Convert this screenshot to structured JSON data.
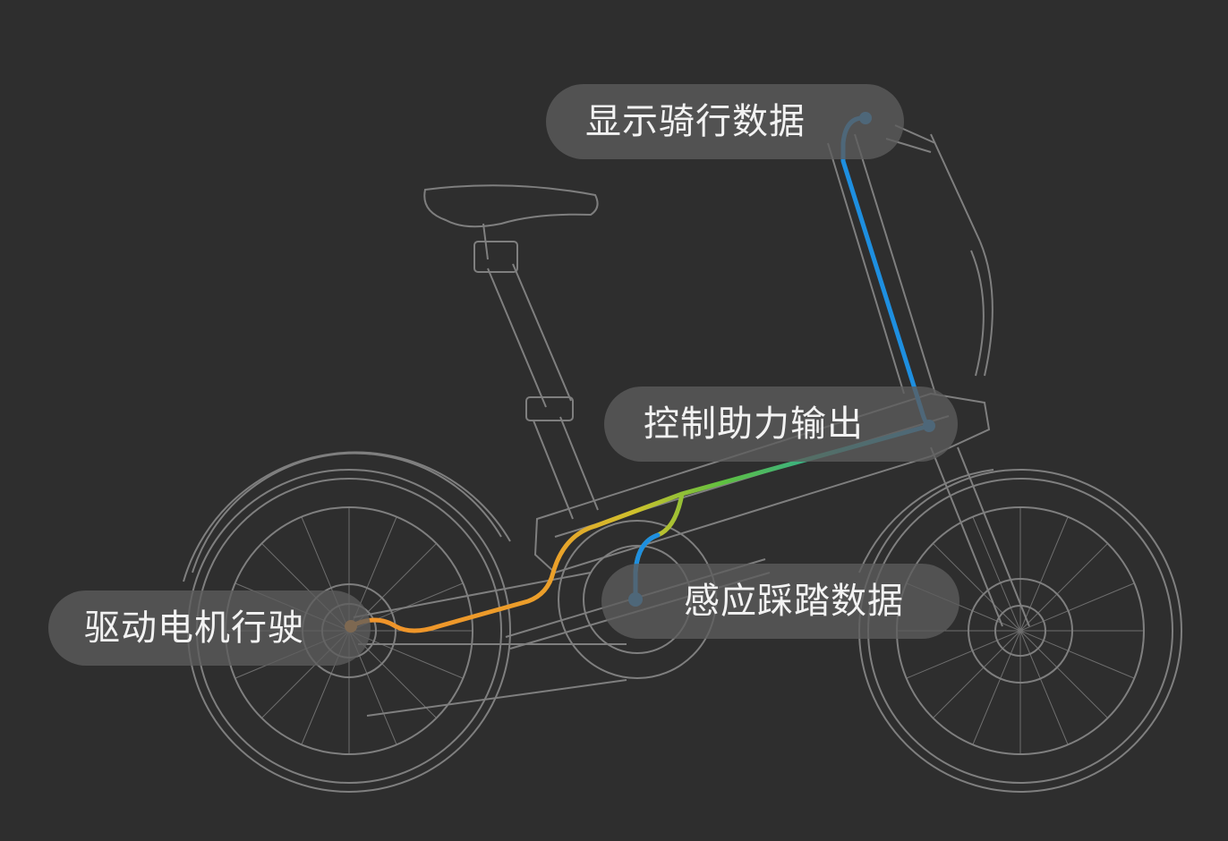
{
  "labels": {
    "display": "显示骑行数据",
    "control": "控制助力输出",
    "pedal": "感应踩踏数据",
    "motor": "驱动电机行驶"
  },
  "colors": {
    "background": "#2e2e2e",
    "bike_outline": "#9a9a9a",
    "display_line": "#1e8fe0",
    "pedal_line": "#1e8fe0",
    "drive_gradient": [
      "#f0922a",
      "#d6c12a",
      "#5fc040",
      "#2aa9a0",
      "#1e8fe0"
    ]
  }
}
